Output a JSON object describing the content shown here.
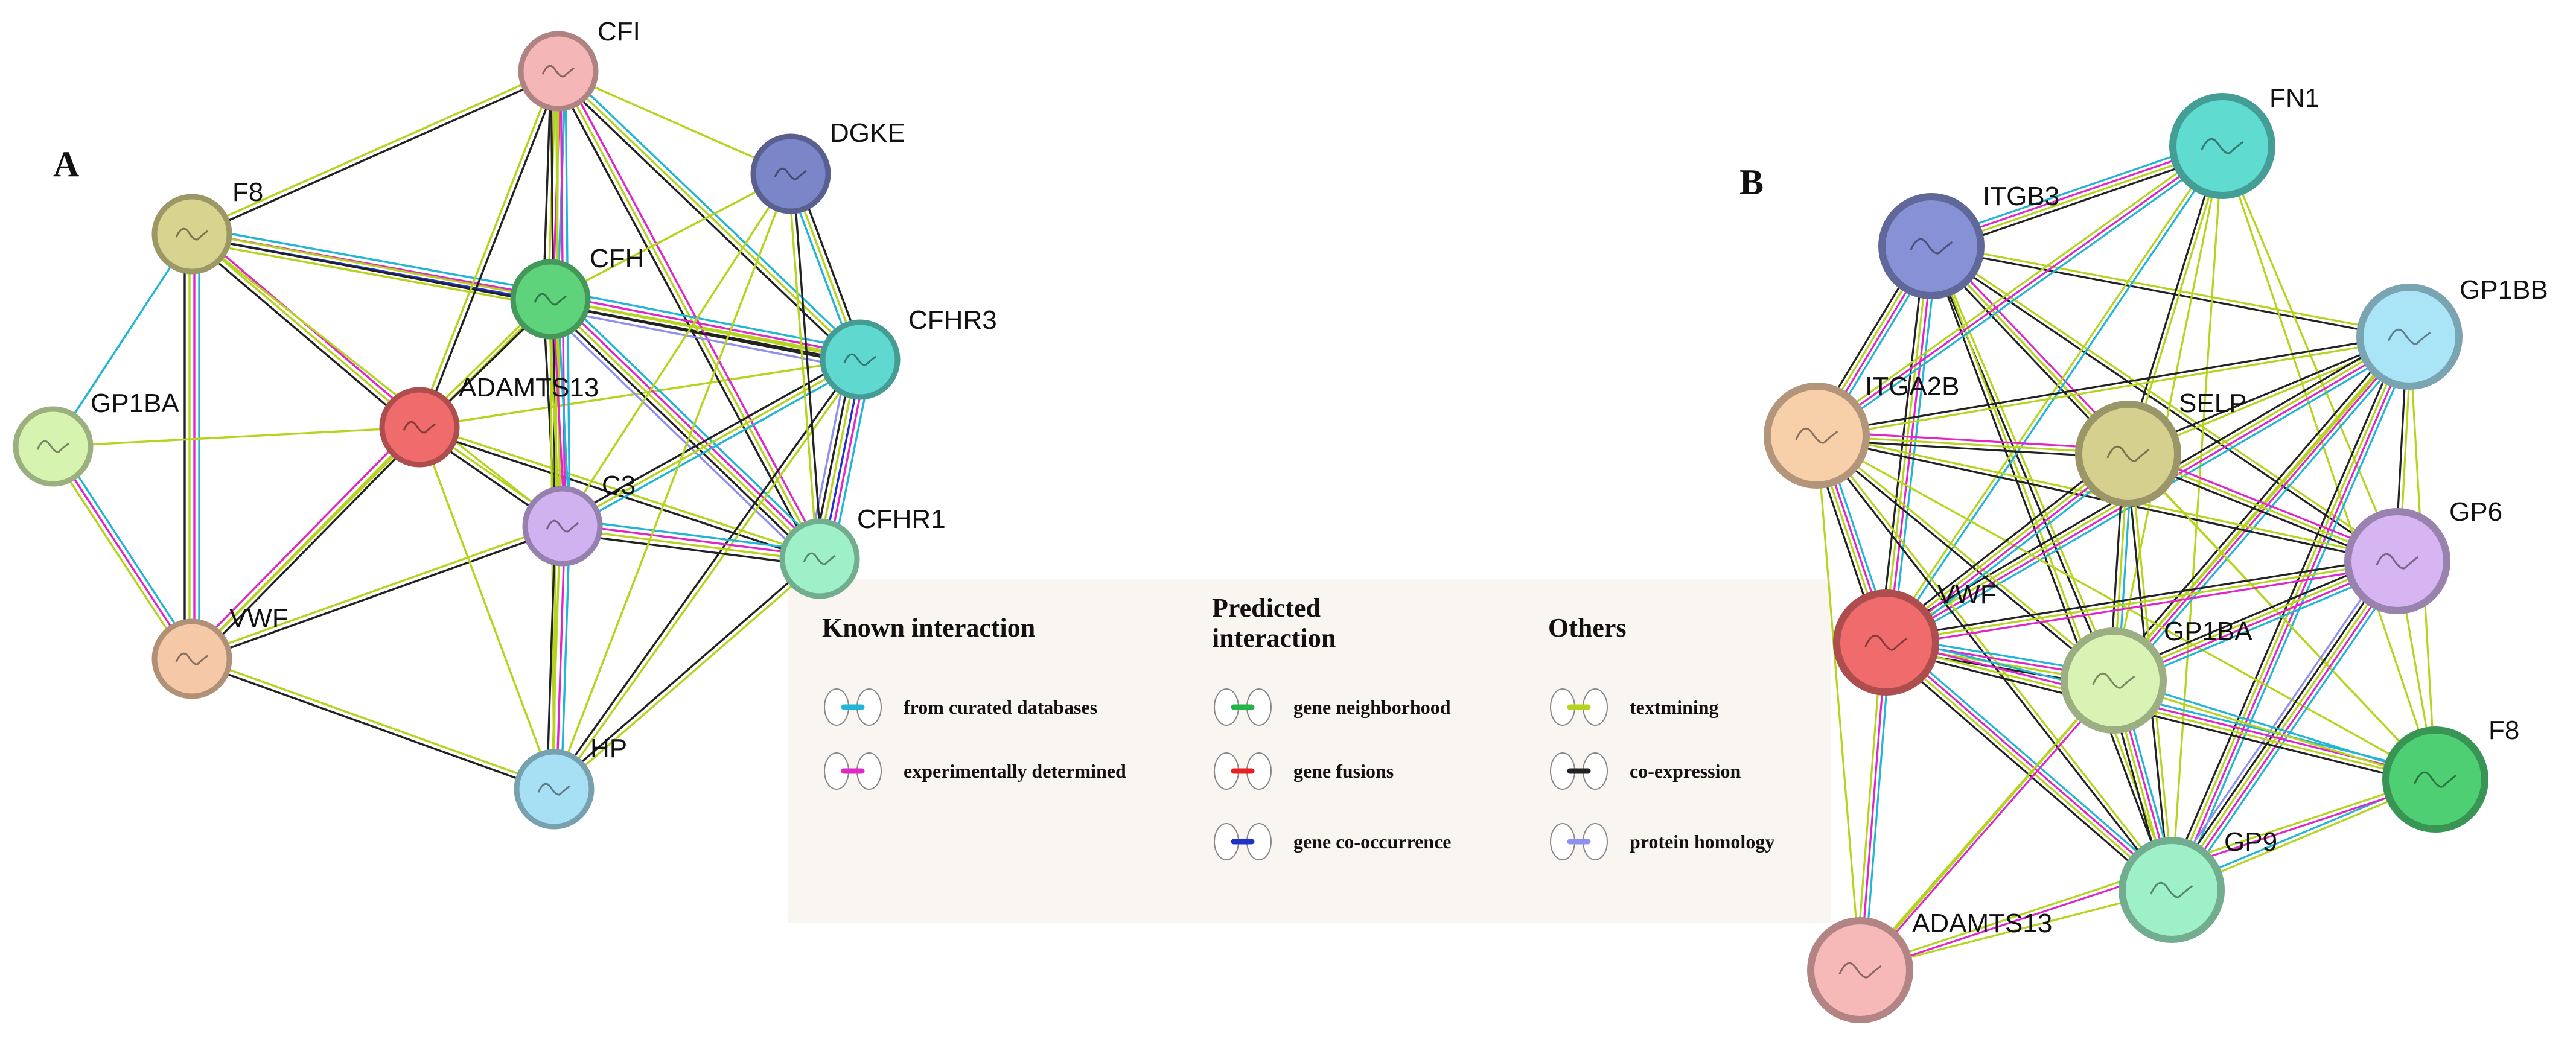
{
  "panels": [
    {
      "letter": "A",
      "nodes": [
        {
          "id": "CFI",
          "label": "CFI",
          "color": "#f4b6b6"
        },
        {
          "id": "DGKE",
          "label": "DGKE",
          "color": "#7b86c8"
        },
        {
          "id": "F8",
          "label": "F8",
          "color": "#d8d38e"
        },
        {
          "id": "CFH",
          "label": "CFH",
          "color": "#5fd37c"
        },
        {
          "id": "CFHR3",
          "label": "CFHR3",
          "color": "#5fd9cf"
        },
        {
          "id": "GP1BA",
          "label": "GP1BA",
          "color": "#d7f3b0"
        },
        {
          "id": "ADAMTS13",
          "label": "ADAMTS13",
          "color": "#f06b6b"
        },
        {
          "id": "C3",
          "label": "C3",
          "color": "#d1b2f0"
        },
        {
          "id": "CFHR1",
          "label": "CFHR1",
          "color": "#9ef0c8"
        },
        {
          "id": "VWF",
          "label": "VWF",
          "color": "#f5c9a7"
        },
        {
          "id": "HP",
          "label": "HP",
          "color": "#a7dff5"
        }
      ],
      "edges": [
        [
          "F8",
          "GP1BA",
          [
            "curated"
          ]
        ],
        [
          "F8",
          "VWF",
          [
            "curated",
            "experimental",
            "text",
            "coexp"
          ]
        ],
        [
          "F8",
          "CFI",
          [
            "text",
            "coexp"
          ]
        ],
        [
          "F8",
          "CFH",
          [
            "curated",
            "experimental",
            "cooccur",
            "text"
          ]
        ],
        [
          "F8",
          "ADAMTS13",
          [
            "experimental",
            "text",
            "coexp"
          ]
        ],
        [
          "F8",
          "CFHR3",
          [
            "text",
            "coexp"
          ]
        ],
        [
          "F8",
          "C3",
          [
            "text"
          ]
        ],
        [
          "GP1BA",
          "VWF",
          [
            "curated",
            "experimental",
            "text"
          ]
        ],
        [
          "GP1BA",
          "ADAMTS13",
          [
            "text"
          ]
        ],
        [
          "VWF",
          "ADAMTS13",
          [
            "experimental",
            "text",
            "coexp"
          ]
        ],
        [
          "VWF",
          "C3",
          [
            "text",
            "coexp"
          ]
        ],
        [
          "VWF",
          "HP",
          [
            "text",
            "coexp"
          ]
        ],
        [
          "VWF",
          "CFH",
          [
            "text"
          ]
        ],
        [
          "ADAMTS13",
          "CFI",
          [
            "text",
            "coexp"
          ]
        ],
        [
          "ADAMTS13",
          "CFH",
          [
            "text",
            "coexp"
          ]
        ],
        [
          "ADAMTS13",
          "C3",
          [
            "text",
            "coexp"
          ]
        ],
        [
          "ADAMTS13",
          "CFHR1",
          [
            "text",
            "coexp"
          ]
        ],
        [
          "ADAMTS13",
          "HP",
          [
            "text"
          ]
        ],
        [
          "ADAMTS13",
          "CFHR3",
          [
            "text"
          ]
        ],
        [
          "CFI",
          "CFH",
          [
            "curated",
            "experimental",
            "text",
            "coexp"
          ]
        ],
        [
          "CFI",
          "C3",
          [
            "curated",
            "experimental",
            "text",
            "coexp"
          ]
        ],
        [
          "CFI",
          "CFHR3",
          [
            "text",
            "coexp",
            "curated"
          ]
        ],
        [
          "CFI",
          "CFHR1",
          [
            "experimental",
            "text",
            "coexp"
          ]
        ],
        [
          "CFI",
          "DGKE",
          [
            "text"
          ]
        ],
        [
          "CFI",
          "HP",
          [
            "text"
          ]
        ],
        [
          "CFH",
          "C3",
          [
            "curated",
            "experimental",
            "text",
            "coexp"
          ]
        ],
        [
          "CFH",
          "CFHR3",
          [
            "curated",
            "experimental",
            "homology",
            "text",
            "coexp"
          ]
        ],
        [
          "CFH",
          "CFHR1",
          [
            "curated",
            "experimental",
            "homology",
            "text",
            "coexp"
          ]
        ],
        [
          "CFH",
          "DGKE",
          [
            "text"
          ]
        ],
        [
          "CFH",
          "HP",
          [
            "text"
          ]
        ],
        [
          "CFHR3",
          "CFHR1",
          [
            "curated",
            "experimental",
            "homology",
            "cooccur",
            "text",
            "coexp"
          ]
        ],
        [
          "CFHR3",
          "C3",
          [
            "curated",
            "text",
            "coexp"
          ]
        ],
        [
          "CFHR3",
          "DGKE",
          [
            "curated",
            "text",
            "coexp"
          ]
        ],
        [
          "CFHR3",
          "HP",
          [
            "text",
            "coexp"
          ]
        ],
        [
          "C3",
          "CFHR1",
          [
            "curated",
            "experimental",
            "text",
            "coexp"
          ]
        ],
        [
          "C3",
          "HP",
          [
            "curated",
            "experimental",
            "text",
            "coexp"
          ]
        ],
        [
          "C3",
          "DGKE",
          [
            "text"
          ]
        ],
        [
          "CFHR1",
          "HP",
          [
            "text",
            "coexp"
          ]
        ],
        [
          "CFHR1",
          "DGKE",
          [
            "text",
            "coexp"
          ]
        ],
        [
          "HP",
          "DGKE",
          [
            "text"
          ]
        ]
      ]
    },
    {
      "letter": "B",
      "nodes": [
        {
          "id": "FN1",
          "label": "FN1",
          "color": "#5fdccf"
        },
        {
          "id": "ITGB3",
          "label": "ITGB3",
          "color": "#8691d6"
        },
        {
          "id": "GP1BB",
          "label": "GP1BB",
          "color": "#a9e4f7"
        },
        {
          "id": "ITGA2B",
          "label": "ITGA2B",
          "color": "#f7cfa9"
        },
        {
          "id": "SELP",
          "label": "SELP",
          "color": "#d6d08f"
        },
        {
          "id": "GP6",
          "label": "GP6",
          "color": "#d6b5f2"
        },
        {
          "id": "VWF",
          "label": "VWF",
          "color": "#f06b6b"
        },
        {
          "id": "GP1BA",
          "label": "GP1BA",
          "color": "#d9f3b5"
        },
        {
          "id": "F8",
          "label": "F8",
          "color": "#4fcf73"
        },
        {
          "id": "GP9",
          "label": "GP9",
          "color": "#9ef0c8"
        },
        {
          "id": "ADAMTS13",
          "label": "ADAMTS13",
          "color": "#f7b8b8"
        }
      ],
      "edges": [
        [
          "ITGB3",
          "FN1",
          [
            "curated",
            "experimental",
            "text",
            "coexp"
          ]
        ],
        [
          "ITGB3",
          "ITGA2B",
          [
            "curated",
            "experimental",
            "text",
            "coexp"
          ]
        ],
        [
          "ITGB3",
          "SELP",
          [
            "experimental",
            "text",
            "coexp"
          ]
        ],
        [
          "ITGB3",
          "VWF",
          [
            "curated",
            "experimental",
            "text",
            "coexp"
          ]
        ],
        [
          "ITGB3",
          "GP1BA",
          [
            "text",
            "coexp"
          ]
        ],
        [
          "ITGB3",
          "GP1BB",
          [
            "text",
            "coexp"
          ]
        ],
        [
          "ITGB3",
          "GP6",
          [
            "text",
            "coexp"
          ]
        ],
        [
          "ITGB3",
          "GP9",
          [
            "text",
            "coexp"
          ]
        ],
        [
          "ITGB3",
          "F8",
          [
            "text"
          ]
        ],
        [
          "FN1",
          "ITGA2B",
          [
            "curated",
            "experimental",
            "text"
          ]
        ],
        [
          "FN1",
          "VWF",
          [
            "curated",
            "text"
          ]
        ],
        [
          "FN1",
          "SELP",
          [
            "text",
            "coexp"
          ]
        ],
        [
          "FN1",
          "GP1BA",
          [
            "text"
          ]
        ],
        [
          "FN1",
          "GP9",
          [
            "text"
          ]
        ],
        [
          "FN1",
          "GP6",
          [
            "text"
          ]
        ],
        [
          "FN1",
          "F8",
          [
            "text"
          ]
        ],
        [
          "GP1BB",
          "ITGA2B",
          [
            "text",
            "coexp"
          ]
        ],
        [
          "GP1BB",
          "SELP",
          [
            "text",
            "coexp"
          ]
        ],
        [
          "GP1BB",
          "VWF",
          [
            "curated",
            "experimental",
            "text",
            "coexp"
          ]
        ],
        [
          "GP1BB",
          "GP1BA",
          [
            "curated",
            "experimental",
            "text",
            "coexp"
          ]
        ],
        [
          "GP1BB",
          "GP6",
          [
            "text",
            "coexp"
          ]
        ],
        [
          "GP1BB",
          "GP9",
          [
            "curated",
            "experimental",
            "text",
            "coexp"
          ]
        ],
        [
          "GP1BB",
          "F8",
          [
            "text"
          ]
        ],
        [
          "GP1BB",
          "ADAMTS13",
          [
            "text"
          ]
        ],
        [
          "ITGA2B",
          "SELP",
          [
            "experimental",
            "text",
            "coexp"
          ]
        ],
        [
          "ITGA2B",
          "VWF",
          [
            "curated",
            "experimental",
            "text",
            "coexp"
          ]
        ],
        [
          "ITGA2B",
          "GP1BA",
          [
            "text",
            "coexp"
          ]
        ],
        [
          "ITGA2B",
          "GP6",
          [
            "text",
            "coexp"
          ]
        ],
        [
          "ITGA2B",
          "GP9",
          [
            "text",
            "coexp"
          ]
        ],
        [
          "ITGA2B",
          "F8",
          [
            "text"
          ]
        ],
        [
          "ITGA2B",
          "ADAMTS13",
          [
            "text"
          ]
        ],
        [
          "SELP",
          "VWF",
          [
            "curated",
            "experimental",
            "text",
            "coexp"
          ]
        ],
        [
          "SELP",
          "GP1BA",
          [
            "curated",
            "text",
            "coexp"
          ]
        ],
        [
          "SELP",
          "GP6",
          [
            "experimental",
            "text",
            "coexp"
          ]
        ],
        [
          "SELP",
          "GP9",
          [
            "text",
            "coexp"
          ]
        ],
        [
          "SELP",
          "F8",
          [
            "text"
          ]
        ],
        [
          "GP6",
          "VWF",
          [
            "experimental",
            "text",
            "coexp"
          ]
        ],
        [
          "GP6",
          "GP1BA",
          [
            "curated",
            "experimental",
            "text",
            "coexp"
          ]
        ],
        [
          "GP6",
          "GP9",
          [
            "curated",
            "experimental",
            "homology",
            "text",
            "coexp"
          ]
        ],
        [
          "GP6",
          "F8",
          [
            "text"
          ]
        ],
        [
          "VWF",
          "GP1BA",
          [
            "curated",
            "experimental",
            "text",
            "coexp"
          ]
        ],
        [
          "VWF",
          "F8",
          [
            "curated",
            "experimental",
            "text",
            "coexp"
          ]
        ],
        [
          "VWF",
          "GP9",
          [
            "curated",
            "experimental",
            "text",
            "coexp"
          ]
        ],
        [
          "VWF",
          "ADAMTS13",
          [
            "curated",
            "experimental",
            "text"
          ]
        ],
        [
          "GP1BA",
          "GP9",
          [
            "curated",
            "experimental",
            "text",
            "coexp"
          ]
        ],
        [
          "GP1BA",
          "F8",
          [
            "curated",
            "text"
          ]
        ],
        [
          "GP1BA",
          "ADAMTS13",
          [
            "experimental",
            "text"
          ]
        ],
        [
          "GP9",
          "F8",
          [
            "curated",
            "text"
          ]
        ],
        [
          "GP9",
          "ADAMTS13",
          [
            "text"
          ]
        ],
        [
          "F8",
          "ADAMTS13",
          [
            "experimental",
            "text"
          ]
        ]
      ]
    }
  ],
  "edge_colors": {
    "curated": "#22b5d6",
    "experimental": "#e028c8",
    "neighborhood": "#22b64a",
    "fusion": "#e82020",
    "cooccur": "#2030c8",
    "text": "#b6d41e",
    "coexp": "#222222",
    "homology": "#8f8ff0"
  },
  "legend": {
    "groups": [
      {
        "heading": [
          "Known interaction"
        ],
        "items": [
          {
            "label": "from curated databases",
            "color": "#22b5d6"
          },
          {
            "label": "experimentally determined",
            "color": "#e028c8"
          }
        ]
      },
      {
        "heading": [
          "Predicted",
          "interaction"
        ],
        "items": [
          {
            "label": "gene neighborhood",
            "color": "#22b64a"
          },
          {
            "label": "gene fusions",
            "color": "#e82020"
          },
          {
            "label": "gene co-occurrence",
            "color": "#2030c8"
          }
        ]
      },
      {
        "heading": [
          "Others"
        ],
        "items": [
          {
            "label": "textmining",
            "color": "#b6d41e"
          },
          {
            "label": "co-expression",
            "color": "#222222"
          },
          {
            "label": "protein homology",
            "color": "#8f8ff0"
          }
        ]
      }
    ]
  }
}
